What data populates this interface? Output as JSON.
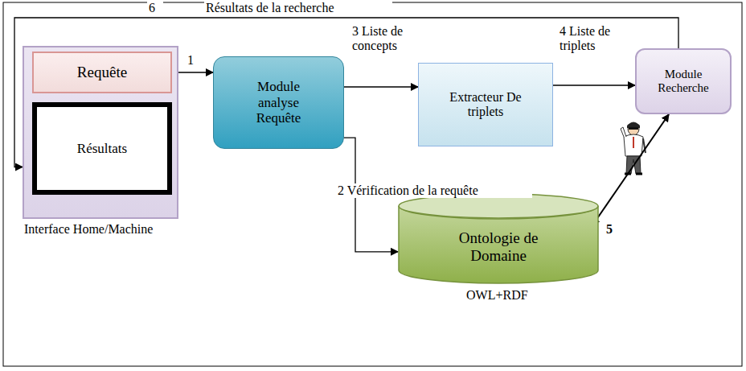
{
  "diagram": {
    "nodes": [
      {
        "text": [
          "Interface Home/Machine"
        ]
      },
      {
        "text": [
          "Requête"
        ],
        "in": 0
      },
      {
        "text": [
          "Résultats"
        ],
        "in": 0
      },
      {
        "text": [
          "Module analyse Requête"
        ]
      },
      {
        "text": [
          "Extracteur De triplets"
        ]
      },
      {
        "text": [
          "Module Recherche"
        ]
      },
      {
        "text": [
          "Ontologie de Domaine",
          "OWL+RDF"
        ]
      }
    ],
    "edges": [
      {
        "from": 1,
        "to": 3,
        "arrow": "to",
        "label": "1"
      },
      {
        "from": 3,
        "to": 6,
        "arrow": "to",
        "label": "2 Vérification de la requête"
      },
      {
        "from": 3,
        "to": 4,
        "arrow": "to",
        "label": "3 Liste de concepts"
      },
      {
        "from": 4,
        "to": 5,
        "arrow": "to",
        "label": "4 Liste de triplets"
      },
      {
        "from": 6,
        "to": 5,
        "arrow": "both",
        "label": "5"
      },
      {
        "from": 5,
        "to": 0,
        "arrow": "to",
        "label": "Résultats de la recherche"
      }
    ],
    "labels": [
      "6"
    ]
  }
}
